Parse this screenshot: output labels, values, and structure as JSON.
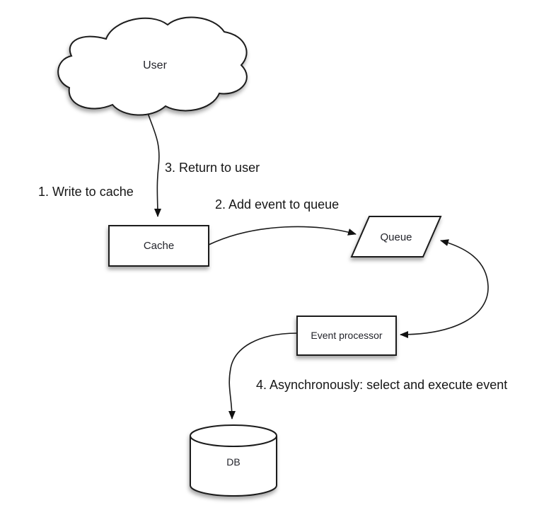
{
  "diagram": {
    "nodes": {
      "user": {
        "label": "User",
        "shape": "cloud"
      },
      "cache": {
        "label": "Cache",
        "shape": "rectangle"
      },
      "queue": {
        "label": "Queue",
        "shape": "parallelogram"
      },
      "event_processor": {
        "label": "Event processor",
        "shape": "rectangle"
      },
      "db": {
        "label": "DB",
        "shape": "cylinder"
      }
    },
    "steps": [
      {
        "label": "1. Write to cache"
      },
      {
        "label": "2. Add event to queue"
      },
      {
        "label": "3. Return to user"
      },
      {
        "label": "4. Asynchronously: select and execute event"
      }
    ],
    "edges": [
      {
        "from": "user",
        "to": "cache",
        "bidirectional": false
      },
      {
        "from": "cache",
        "to": "queue",
        "bidirectional": false
      },
      {
        "from": "queue",
        "to": "event_processor",
        "bidirectional": true
      },
      {
        "from": "event_processor",
        "to": "db",
        "bidirectional": false
      }
    ],
    "colors": {
      "stroke": "#1a1a1a",
      "shape_fill": "#ffffff",
      "text": "#1c1d22",
      "background": "#ffffff"
    }
  }
}
